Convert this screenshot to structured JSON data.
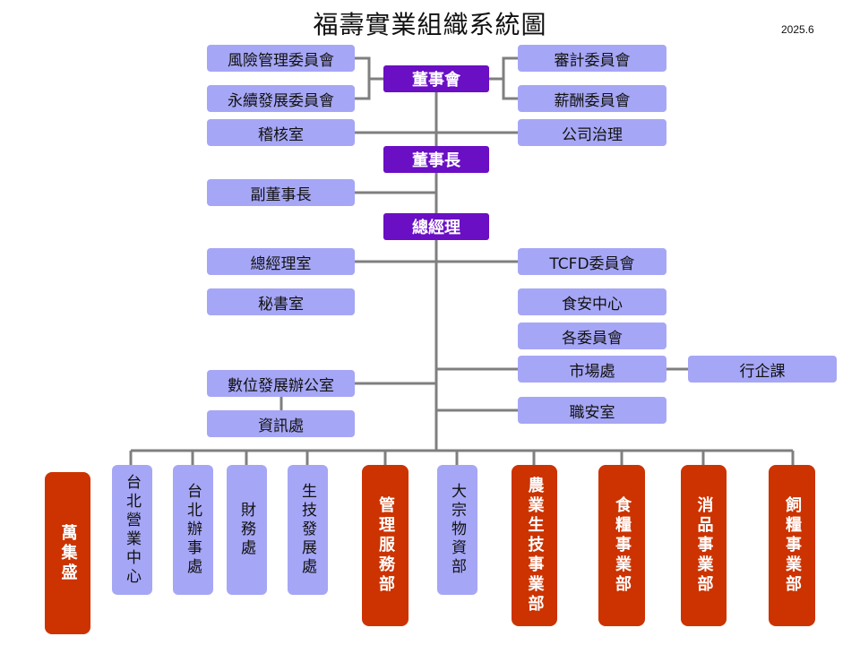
{
  "title": "福壽實業組織系統圖",
  "date": "2025.6",
  "colors": {
    "line": "#7f7f7f",
    "lavender": "#a6a6f6",
    "purple": "#6a0fc4",
    "red": "#cc3300"
  },
  "top": {
    "board": "董事會",
    "risk": "風險管理委員會",
    "sustain": "永續發展委員會",
    "audit_committee": "審計委員會",
    "pay": "薪酬委員會",
    "audit_office": "稽核室",
    "governance": "公司治理",
    "chairman": "董事長",
    "vice_chairman": "副董事長",
    "gm": "總經理",
    "gm_office": "總經理室",
    "tcfd": "TCFD委員會",
    "secretary": "秘書室",
    "food_safety": "食安中心",
    "committees": "各委員會",
    "market": "市場處",
    "planning": "行企課",
    "digital": "數位發展辦公室",
    "it": "資訊處",
    "safety": "職安室"
  },
  "bottom": [
    {
      "key": "wanjisheng",
      "label": "萬集盛"
    },
    {
      "key": "taipei-sales",
      "label": "台北營業中心"
    },
    {
      "key": "taipei-office",
      "label": "台北辦事處"
    },
    {
      "key": "finance",
      "label": "財務處"
    },
    {
      "key": "biotech",
      "label": "生技發展處"
    },
    {
      "key": "management",
      "label": "管理服務部"
    },
    {
      "key": "commodity",
      "label": "大宗物資部"
    },
    {
      "key": "agri-biotech",
      "label": "農業生技事業部"
    },
    {
      "key": "food-grain",
      "label": "食糧事業部"
    },
    {
      "key": "consumer",
      "label": "消品事業部"
    },
    {
      "key": "feed",
      "label": "飼糧事業部"
    }
  ]
}
